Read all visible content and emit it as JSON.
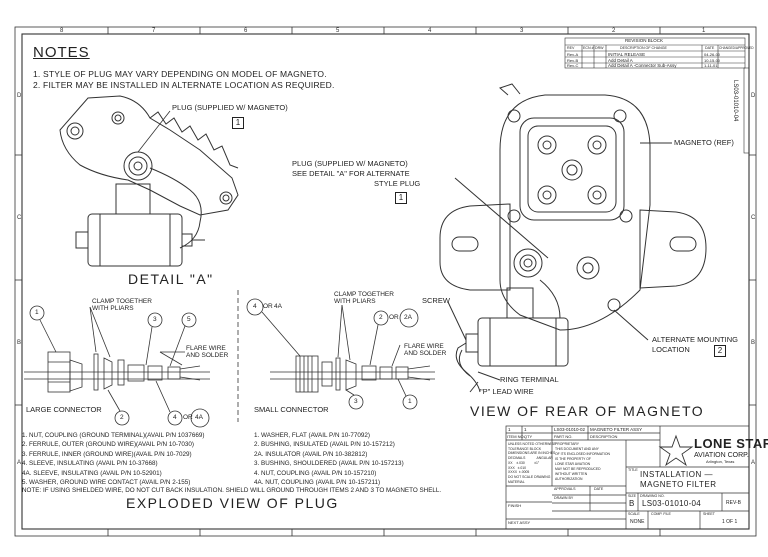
{
  "notes": {
    "heading": "NOTES",
    "items": [
      "1.  STYLE OF PLUG MAY VARY DEPENDING ON MODEL OF MAGNETO.",
      "2.  FILTER MAY BE INSTALLED IN ALTERNATE LOCATION AS REQUIRED."
    ]
  },
  "detail_a": {
    "plug_label": "PLUG (SUPPLIED W/ MAGNETO)",
    "plug_note": "1",
    "caption": "DETAIL \"A\""
  },
  "rear_view": {
    "magneto_ref": "MAGNETO (REF)",
    "plug_label_lines": [
      "PLUG (SUPPLIED W/ MAGNETO)",
      "SEE DETAIL \"A\" FOR ALTERNATE",
      "STYLE PLUG"
    ],
    "plug_note": "1",
    "screw": "SCREW",
    "ring_terminal": "RING TERMINAL",
    "p_lead": "\"P\" LEAD WIRE",
    "alternate_lines": [
      "ALTERNATE MOUNTING",
      "LOCATION"
    ],
    "alternate_note": "2",
    "caption": "VIEW OF REAR OF MAGNETO"
  },
  "exploded": {
    "large": {
      "clamp": [
        "CLAMP TOGETHER",
        "WITH PLIARS"
      ],
      "flare": [
        "FLARE WIRE",
        "AND SOLDER"
      ],
      "name": "LARGE CONNECTOR",
      "callouts": [
        "1",
        "2",
        "3",
        "4",
        "4A",
        "5"
      ]
    },
    "small": {
      "clamp": [
        "CLAMP TOGETHER",
        "WITH PLIARS"
      ],
      "flare": [
        "FLARE WIRE",
        "AND SOLDER"
      ],
      "name": "SMALL CONNECTOR",
      "callouts": [
        "4",
        "4A",
        "2",
        "2A",
        "3",
        "1"
      ]
    },
    "or": "OR",
    "caption": "EXPLODED VIEW OF PLUG"
  },
  "parts_left": [
    "1.    NUT, COUPLING (GROUND TERMINAL)(AVAIL P/N 1037669)",
    "2.    FERRULE, OUTER (GROUND WIRE)(AVAIL P/N 10-7030)",
    "3.    FERRULE, INNER (GROUND WIRE)(AVAIL P/N 10-7029)",
    "4.    SLEEVE, INSULATING (AVAIL P/N 10-37668)",
    "4A. SLEEVE, INSULATING (AVAIL P/N 10-52901)",
    "5.    WASHER, GROUND WIRE CONTACT (AVAIL P/N 2-155)"
  ],
  "parts_right": [
    "1.    WASHER, FLAT (AVAIL P/N 10-77092)",
    "2.    BUSHING, INSULATED (AVAIL P/N 10-157212)",
    "2A. INSULATOR (AVAIL P/N 10-382812)",
    "3.    BUSHING, SHOULDERED (AVAIL P/N 10-157213)",
    "4.    NUT, COUPLING (AVAIL P/N 10-157210)",
    "4A. NUT, COUPLING (AVAIL P/N 10-157211)"
  ],
  "parts_note": "NOTE:  IF USING SHIELDED WIRE, DO NOT CUT BACK INSULATION.  SHIELD WILL GROUND THROUGH ITEMS 2 AND 3 TO MAGNETO SHELL.",
  "revision_block": {
    "title": "REVISION BLOCK",
    "headers": [
      "REV",
      "ECN #",
      "DRW",
      "DESCRIPTION OF CHANGE",
      "DATE",
      "CHANGED/APPROVED"
    ],
    "rows": [
      {
        "rev": "Rev-A",
        "desc": "INITIAL RELEASE",
        "date": "04-26-00"
      },
      {
        "rev": "Rev-B",
        "desc": "Add Detail A",
        "date": "10-15-00"
      },
      {
        "rev": "Rev-C",
        "desc": "Add Detail A -Connector Sub-Assy",
        "date": "1-11-01"
      }
    ]
  },
  "side_dwg": "LS03-01010-04",
  "title_block": {
    "assy_part": "LS03-01010-02",
    "assy_desc": "MAGNETO FILTER ASSY",
    "item_hdr": "ITEM NO.",
    "qty_hdr": "QTY",
    "part_hdr": "PART NO.",
    "desc_hdr": "DESCRIPTION",
    "tol_lines": [
      "UNLESS NOTED OTHERWISE",
      "TOLERANCE BLOCK",
      "DIMENSIONS ARE IN INCHES",
      "DECIMALS            ANGULAR",
      "XX    ±.030          ±1°",
      "XXX   ±.010",
      "XXXX  ±.0005",
      "DO NOT SCALE DRAWING",
      "MATERIAL"
    ],
    "prop_lines": [
      "PROPRIETARY",
      "THIS DOCUMENT AND ANY",
      "OF ITS ENCLOSED INFORMATION",
      "IS THE PROPERTY OF",
      "LONE STAR AVIATION",
      "MAY NOT BE REPRODUCED",
      "WITHOUT WRITTEN",
      "AUTHORIZATION"
    ],
    "finish": "FINISH",
    "next_assy": "NEXT ASSY",
    "drawn_by": "DRAWN BY",
    "approved": "APPROVALS",
    "date_hdr": "DATE",
    "company": "LONE STAR",
    "company2": "AVIATION CORP.",
    "company3": "Arlington, Texas",
    "title_label": "TITLE",
    "title_lines": [
      "INSTALLATION  —",
      "MAGNETO  FILTER"
    ],
    "size_label": "SIZE",
    "size": "B",
    "dwg_no_label": "DRAWING NO.",
    "dwg_no": "LS03-01010-04",
    "rev": "REV-B",
    "scale_label": "SCALE",
    "scale": "NONE",
    "comp_label": "COMP. FILE",
    "sheet_label": "SHEET",
    "sheet": "1 OF 1"
  },
  "zones": {
    "top": [
      "8",
      "7",
      "6",
      "5",
      "4",
      "3",
      "2",
      "1"
    ],
    "side": [
      "D",
      "C",
      "B",
      "A"
    ]
  }
}
